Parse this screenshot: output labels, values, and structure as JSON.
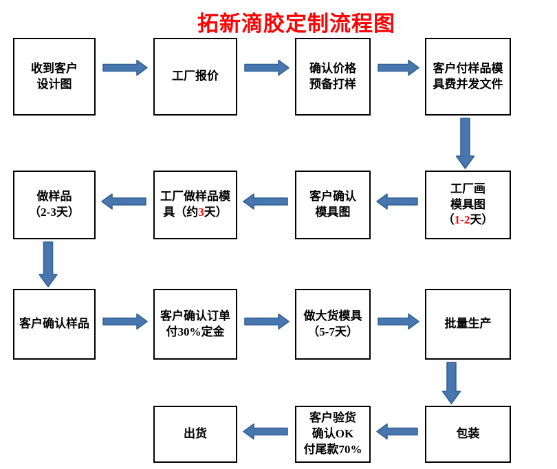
{
  "title": {
    "text": "拓新滴胶定制流程图",
    "color": "#ff0000"
  },
  "colors": {
    "arrow_fill": "#4876ae",
    "arrow_stroke": "#2f5d94",
    "box_border": "#000000",
    "highlight": "#ff0000",
    "text": "#000000",
    "background": "#ffffff"
  },
  "nodes": [
    {
      "id": "n1",
      "name": "receive-customer-design",
      "lines": [
        [
          {
            "text": "收到客户"
          }
        ],
        [
          {
            "text": "设计图"
          }
        ]
      ]
    },
    {
      "id": "n2",
      "name": "factory-quote",
      "lines": [
        [
          {
            "text": "工厂报价"
          }
        ]
      ]
    },
    {
      "id": "n3",
      "name": "confirm-price-prepare-sampling",
      "lines": [
        [
          {
            "text": "确认价格"
          }
        ],
        [
          {
            "text": "预备打样"
          }
        ]
      ]
    },
    {
      "id": "n4",
      "name": "customer-pays-sample-mold-fee",
      "lines": [
        [
          {
            "text": "客户付样品模"
          }
        ],
        [
          {
            "text": "具费并发文件"
          }
        ]
      ]
    },
    {
      "id": "n5",
      "name": "factory-draws-mold-drawing",
      "lines": [
        [
          {
            "text": "工厂画"
          }
        ],
        [
          {
            "text": "模具图"
          }
        ],
        [
          {
            "text": "（"
          },
          {
            "text": "1-2",
            "highlight": true
          },
          {
            "text": "天）"
          }
        ]
      ]
    },
    {
      "id": "n6",
      "name": "customer-confirms-mold-drawing",
      "lines": [
        [
          {
            "text": "客户确认"
          }
        ],
        [
          {
            "text": "模具图"
          }
        ]
      ]
    },
    {
      "id": "n7",
      "name": "factory-makes-sample-mold",
      "lines": [
        [
          {
            "text": "工厂做样品模"
          }
        ],
        [
          {
            "text": "具（约"
          },
          {
            "text": "3",
            "highlight": true
          },
          {
            "text": "天）"
          }
        ]
      ]
    },
    {
      "id": "n8",
      "name": "make-sample",
      "lines": [
        [
          {
            "text": "做样品"
          }
        ],
        [
          {
            "text": "（2-3天）"
          }
        ]
      ]
    },
    {
      "id": "n9",
      "name": "customer-confirms-sample",
      "lines": [
        [
          {
            "text": "客户确认样品"
          }
        ]
      ]
    },
    {
      "id": "n10",
      "name": "customer-confirms-order-30-deposit",
      "lines": [
        [
          {
            "text": "客户确认订单"
          }
        ],
        [
          {
            "text": "付30%定金"
          }
        ]
      ]
    },
    {
      "id": "n11",
      "name": "make-production-mold",
      "lines": [
        [
          {
            "text": "做大货模具"
          }
        ],
        [
          {
            "text": "（5-7天）"
          }
        ]
      ]
    },
    {
      "id": "n12",
      "name": "mass-production",
      "lines": [
        [
          {
            "text": "批量生产"
          }
        ]
      ]
    },
    {
      "id": "n13",
      "name": "packaging",
      "lines": [
        [
          {
            "text": "包装"
          }
        ]
      ]
    },
    {
      "id": "n14",
      "name": "customer-inspection-ok-pay-70",
      "lines": [
        [
          {
            "text": "客户验货"
          }
        ],
        [
          {
            "text": "确认OK"
          }
        ],
        [
          {
            "text": "付尾款70%"
          }
        ]
      ]
    },
    {
      "id": "n15",
      "name": "shipment",
      "lines": [
        [
          {
            "text": "出货"
          }
        ]
      ]
    }
  ],
  "edges": [
    {
      "from": "n1",
      "to": "n2"
    },
    {
      "from": "n2",
      "to": "n3"
    },
    {
      "from": "n3",
      "to": "n4"
    },
    {
      "from": "n4",
      "to": "n5"
    },
    {
      "from": "n5",
      "to": "n6"
    },
    {
      "from": "n6",
      "to": "n7"
    },
    {
      "from": "n7",
      "to": "n8"
    },
    {
      "from": "n8",
      "to": "n9"
    },
    {
      "from": "n9",
      "to": "n10"
    },
    {
      "from": "n10",
      "to": "n11"
    },
    {
      "from": "n11",
      "to": "n12"
    },
    {
      "from": "n12",
      "to": "n13"
    },
    {
      "from": "n13",
      "to": "n14"
    },
    {
      "from": "n14",
      "to": "n15"
    }
  ]
}
